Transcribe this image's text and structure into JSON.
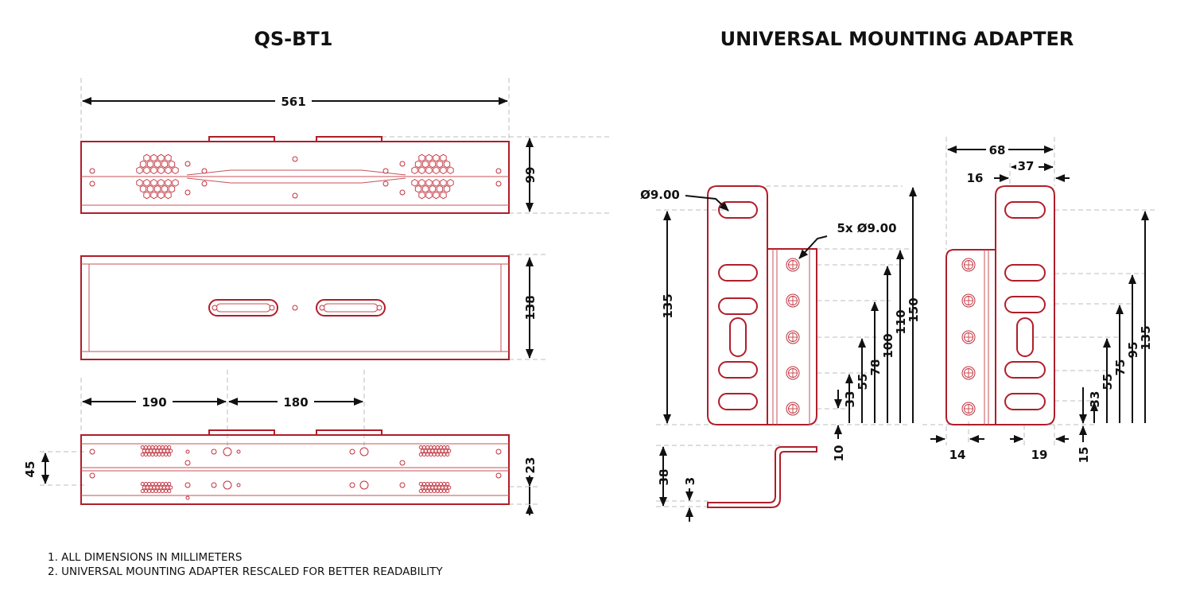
{
  "titles": {
    "left": "QS-BT1",
    "right": "UNIVERSAL MOUNTING ADAPTER"
  },
  "dimensions": {
    "length": "561",
    "front_height": "99",
    "top_depth": "138",
    "offset_a": "190",
    "offset_b": "180",
    "rear_holes": "45",
    "rear_step": "23",
    "hole_single": "Ø9.00",
    "hole_multi": "5x Ø9.00",
    "adapter_front_height": "135",
    "adapter_holes": [
      "10",
      "33",
      "55",
      "78",
      "100",
      "110",
      "150"
    ],
    "adapter_side": [
      "15",
      "33",
      "55",
      "75",
      "95",
      "135"
    ],
    "adapter_width_total": "68",
    "adapter_width_inner": "37",
    "adapter_width_small": "16",
    "adapter_bottom_left": "14",
    "adapter_bottom_right": "19",
    "profile_height": "38",
    "profile_thickness": "3"
  },
  "notes": [
    "1. ALL DIMENSIONS IN MILLIMETERS",
    "2. UNIVERSAL MOUNTING ADAPTER RESCALED FOR BETTER READABILITY"
  ],
  "colors": {
    "outline": "#b01e2a",
    "dimension": "#111111",
    "extension": "#bdbdbd"
  }
}
